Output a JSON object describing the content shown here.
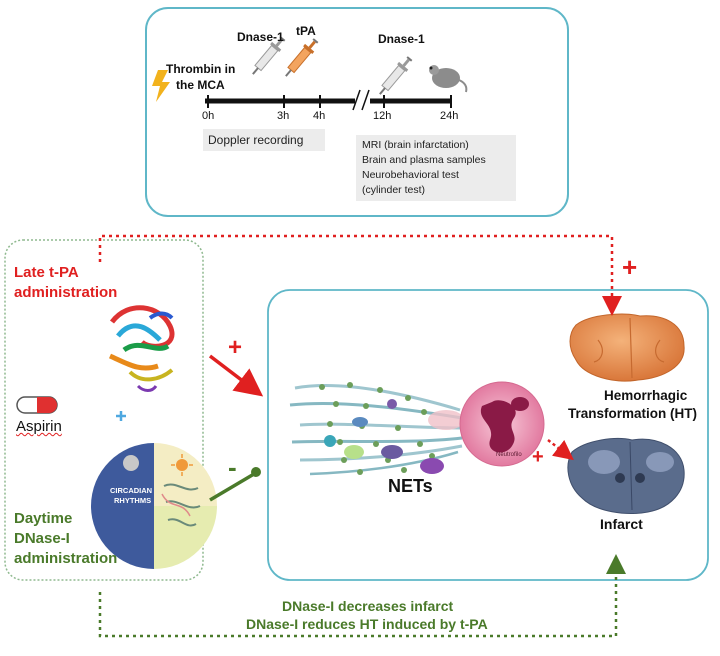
{
  "protocol": {
    "thrombin_label_line1": "Thrombin  in",
    "thrombin_label_line2": "the MCA",
    "dnase_first": "Dnase-1",
    "tpa": "tPA",
    "dnase_second": "Dnase-1",
    "timepoints": [
      "0h",
      "3h",
      "4h",
      "12h",
      "24h"
    ],
    "doppler": "Doppler recording",
    "outcomes": [
      "MRI (brain infarctation)",
      "Brain and plasma samples",
      "Neurobehavioral test",
      "(cylinder test)"
    ]
  },
  "left_panel": {
    "late_tpa_line1": "Late t-PA",
    "late_tpa_line2": "administration",
    "aspirin": "Aspirin",
    "circadian_line1": "CIRCADIAN",
    "circadian_line2": "RHYTHMS",
    "daytime_line1": "Daytime",
    "daytime_line2": "DNase-I",
    "daytime_line3": "administration"
  },
  "right_panel": {
    "nets": "NETs",
    "neutrophil": "Neutrofilo",
    "ht_line1": "Hemorrhagic",
    "ht_line2": "Transformation (HT)",
    "infarct": "Infarct"
  },
  "signs": {
    "plus": "+",
    "minus": "-"
  },
  "conclusion": {
    "line1": "DNase-I decreases infarct",
    "line2": "DNase-I reduces HT induced by t-PA"
  },
  "colors": {
    "panel_border": "#5fb7c8",
    "left_border": "#8fb98f",
    "red": "#e02020",
    "green": "#4a7a2a",
    "brain_orange": "#e89a5a",
    "brain_blue": "#5a6c8c"
  }
}
